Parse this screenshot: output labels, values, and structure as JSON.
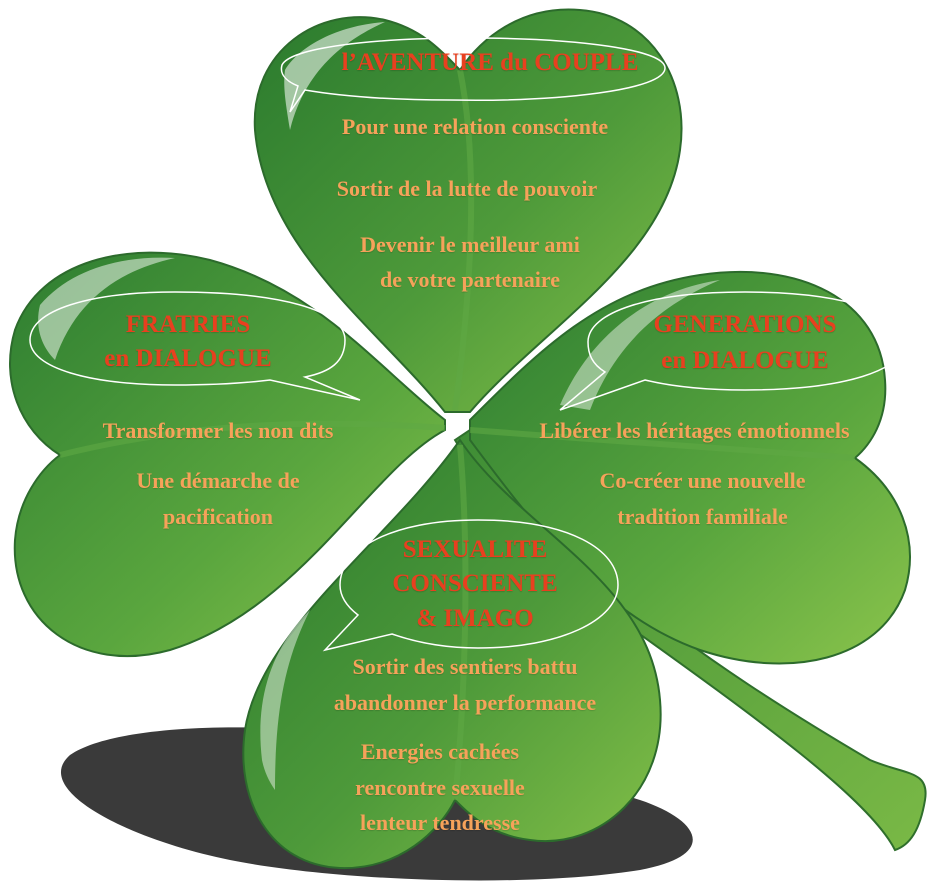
{
  "colors": {
    "leaf_light": "#7bbb45",
    "leaf_dark": "#2f7c2f",
    "title_text": "#e8401f",
    "item_text": "#f6a25a",
    "shadow": "#3a3a3a"
  },
  "leaves": {
    "top": {
      "title": "l’AVENTURE du COUPLE",
      "items": [
        "Pour une relation consciente",
        "Sortir de la lutte de pouvoir",
        "Devenir le meilleur ami",
        "de votre partenaire"
      ]
    },
    "left": {
      "title_line1": "FRATRIES",
      "title_line2": "en DIALOGUE",
      "items": [
        "Transformer les non dits",
        "Une démarche de",
        "pacification"
      ]
    },
    "right": {
      "title_line1": "GENERATIONS",
      "title_line2": "en DIALOGUE",
      "items": [
        "Libérer les héritages émotionnels",
        "Co-créer une nouvelle",
        "tradition familiale"
      ]
    },
    "bottom": {
      "title_line1": "SEXUALITE",
      "title_line2": "CONSCIENTE",
      "title_line3": "& IMAGO",
      "items": [
        "Sortir des sentiers battu",
        "abandonner la performance",
        "Energies cachées",
        "rencontre sexuelle",
        "lenteur tendresse"
      ]
    }
  }
}
